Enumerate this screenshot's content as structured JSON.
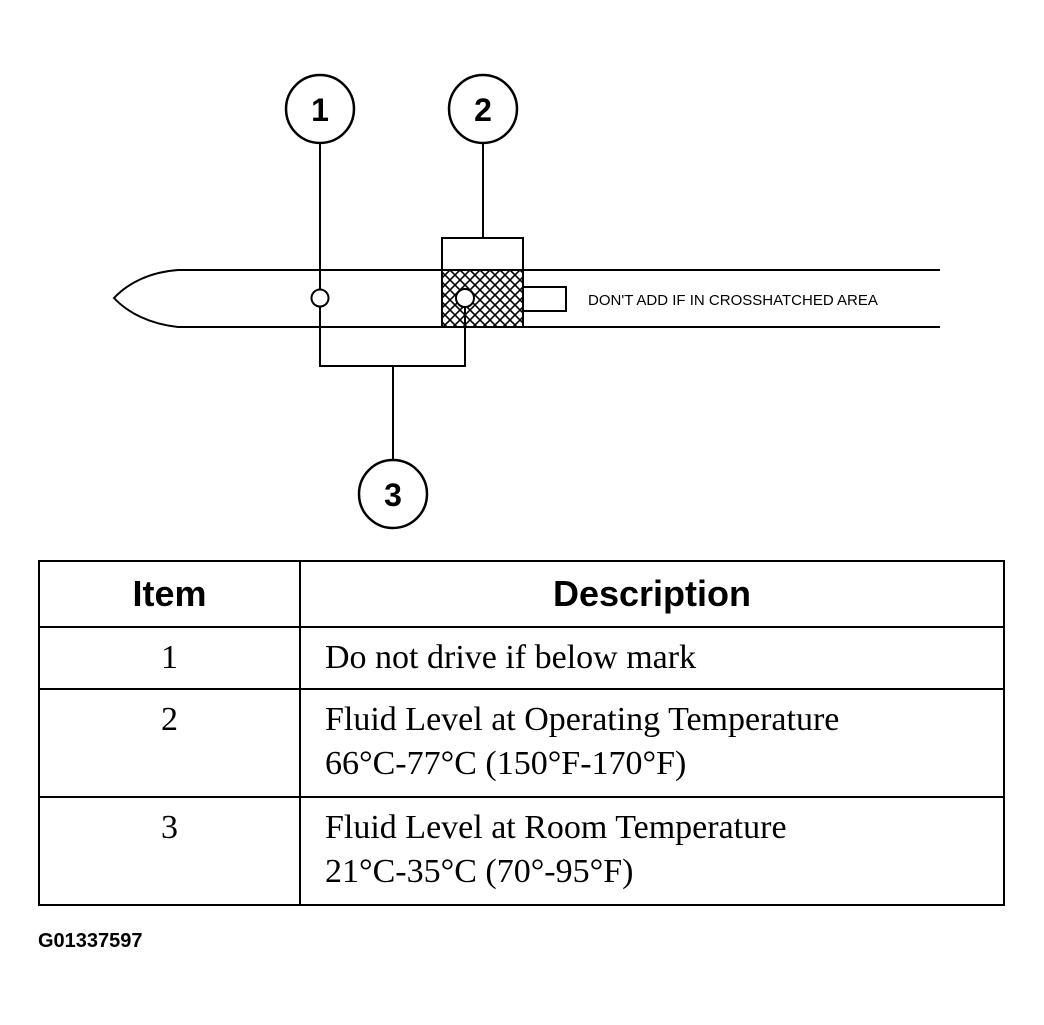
{
  "diagram": {
    "callouts": [
      "1",
      "2",
      "3"
    ],
    "note": "DON'T ADD IF IN CROSSHATCHED AREA"
  },
  "table": {
    "headers": {
      "item": "Item",
      "description": "Description"
    },
    "rows": [
      {
        "item": "1",
        "description": [
          "Do not drive if below mark"
        ]
      },
      {
        "item": "2",
        "description": [
          "Fluid Level at Operating Temperature",
          "66°C-77°C (150°F-170°F)"
        ]
      },
      {
        "item": "3",
        "description": [
          "Fluid Level at Room Temperature",
          "21°C-35°C (70°-95°F)"
        ]
      }
    ]
  },
  "figure_id": "G01337597"
}
